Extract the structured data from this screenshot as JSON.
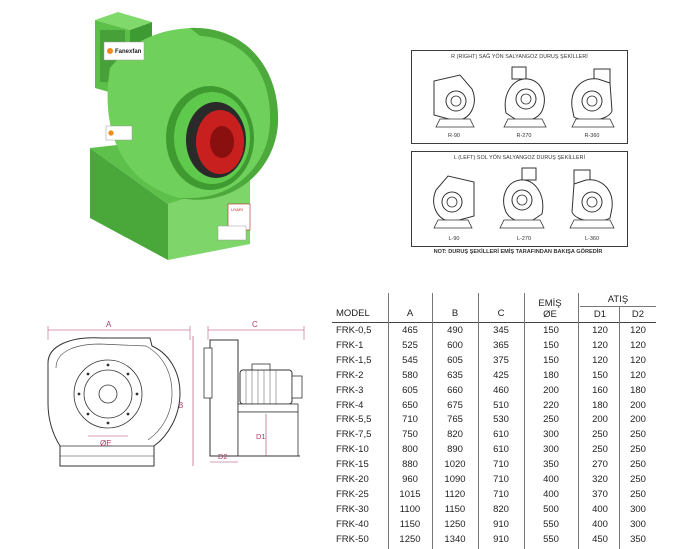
{
  "photo": {
    "logo_text": "Fanexfan",
    "warning_text": "UYARI"
  },
  "orientation_right": {
    "title": "R (RIGHT) SAĞ YÖN SALYANGOZ DURUŞ ŞEKİLLERİ",
    "labels": [
      "R-90",
      "R-270",
      "R-360"
    ]
  },
  "orientation_left": {
    "title": "L (LEFT) SOL YÖN SALYANGOZ DURUŞ ŞEKİLLERİ",
    "labels": [
      "L-90",
      "L-270",
      "L-360"
    ]
  },
  "note": "NOT: DURUŞ ŞEKİLLERİ EMİŞ TARAFINDAN BAKIŞA GÖREDİR",
  "drawing": {
    "dim_a": "A",
    "dim_b": "B",
    "dim_c": "C",
    "dim_e": "ØE",
    "dim_d1": "D1",
    "dim_d2": "D2"
  },
  "table": {
    "headers": {
      "model": "MODEL",
      "a": "A",
      "b": "B",
      "c": "C",
      "emis": "EMİŞ",
      "e": "ØE",
      "atis": "ATIŞ",
      "d1": "D1",
      "d2": "D2"
    },
    "rows": [
      [
        "FRK-0,5",
        "465",
        "490",
        "345",
        "150",
        "120",
        "120"
      ],
      [
        "FRK-1",
        "525",
        "600",
        "365",
        "150",
        "120",
        "120"
      ],
      [
        "FRK-1,5",
        "545",
        "605",
        "375",
        "150",
        "120",
        "120"
      ],
      [
        "FRK-2",
        "580",
        "635",
        "425",
        "180",
        "150",
        "120"
      ],
      [
        "FRK-3",
        "605",
        "660",
        "460",
        "200",
        "160",
        "180"
      ],
      [
        "FRK-4",
        "650",
        "675",
        "510",
        "220",
        "180",
        "200"
      ],
      [
        "FRK-5,5",
        "710",
        "765",
        "530",
        "250",
        "200",
        "200"
      ],
      [
        "FRK-7,5",
        "750",
        "820",
        "610",
        "300",
        "250",
        "250"
      ],
      [
        "FRK-10",
        "800",
        "890",
        "610",
        "300",
        "250",
        "250"
      ],
      [
        "FRK-15",
        "880",
        "1020",
        "710",
        "350",
        "270",
        "250"
      ],
      [
        "FRK-20",
        "960",
        "1090",
        "710",
        "400",
        "320",
        "250"
      ],
      [
        "FRK-25",
        "1015",
        "1120",
        "710",
        "400",
        "370",
        "250"
      ],
      [
        "FRK-30",
        "1100",
        "1150",
        "820",
        "500",
        "400",
        "300"
      ],
      [
        "FRK-40",
        "1150",
        "1250",
        "910",
        "550",
        "400",
        "300"
      ],
      [
        "FRK-50",
        "1250",
        "1340",
        "910",
        "550",
        "450",
        "350"
      ]
    ]
  }
}
